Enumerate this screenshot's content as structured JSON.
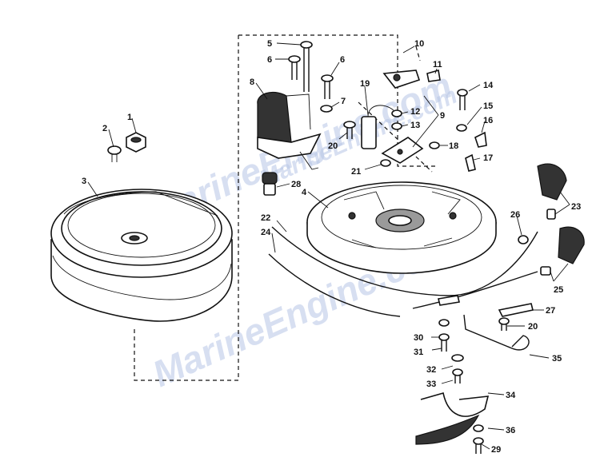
{
  "watermark": {
    "text_upper": "MarineEngine.com",
    "text_lower": "MarineEngine.com",
    "text_mid": "MarineEngine.com"
  },
  "callouts": [
    {
      "id": "c1",
      "text": "1"
    },
    {
      "id": "c2",
      "text": "2"
    },
    {
      "id": "c3",
      "text": "3"
    },
    {
      "id": "c4",
      "text": "4"
    },
    {
      "id": "c5",
      "text": "5"
    },
    {
      "id": "c6a",
      "text": "6"
    },
    {
      "id": "c6b",
      "text": "6"
    },
    {
      "id": "c7",
      "text": "7"
    },
    {
      "id": "c8",
      "text": "8"
    },
    {
      "id": "c9",
      "text": "9"
    },
    {
      "id": "c10",
      "text": "10"
    },
    {
      "id": "c11",
      "text": "11"
    },
    {
      "id": "c12",
      "text": "12"
    },
    {
      "id": "c13",
      "text": "13"
    },
    {
      "id": "c14",
      "text": "14"
    },
    {
      "id": "c15",
      "text": "15"
    },
    {
      "id": "c16",
      "text": "16"
    },
    {
      "id": "c17",
      "text": "17"
    },
    {
      "id": "c18",
      "text": "18"
    },
    {
      "id": "c19",
      "text": "19"
    },
    {
      "id": "c20a",
      "text": "20"
    },
    {
      "id": "c20b",
      "text": "20"
    },
    {
      "id": "c21",
      "text": "21"
    },
    {
      "id": "c22",
      "text": "22"
    },
    {
      "id": "c23",
      "text": "23"
    },
    {
      "id": "c24",
      "text": "24"
    },
    {
      "id": "c25",
      "text": "25"
    },
    {
      "id": "c26",
      "text": "26"
    },
    {
      "id": "c27",
      "text": "27"
    },
    {
      "id": "c28",
      "text": "28"
    },
    {
      "id": "c29",
      "text": "29"
    },
    {
      "id": "c30",
      "text": "30"
    },
    {
      "id": "c31",
      "text": "31"
    },
    {
      "id": "c32",
      "text": "32"
    },
    {
      "id": "c33",
      "text": "33"
    },
    {
      "id": "c34",
      "text": "34"
    },
    {
      "id": "c35",
      "text": "35"
    },
    {
      "id": "c36",
      "text": "36"
    }
  ]
}
